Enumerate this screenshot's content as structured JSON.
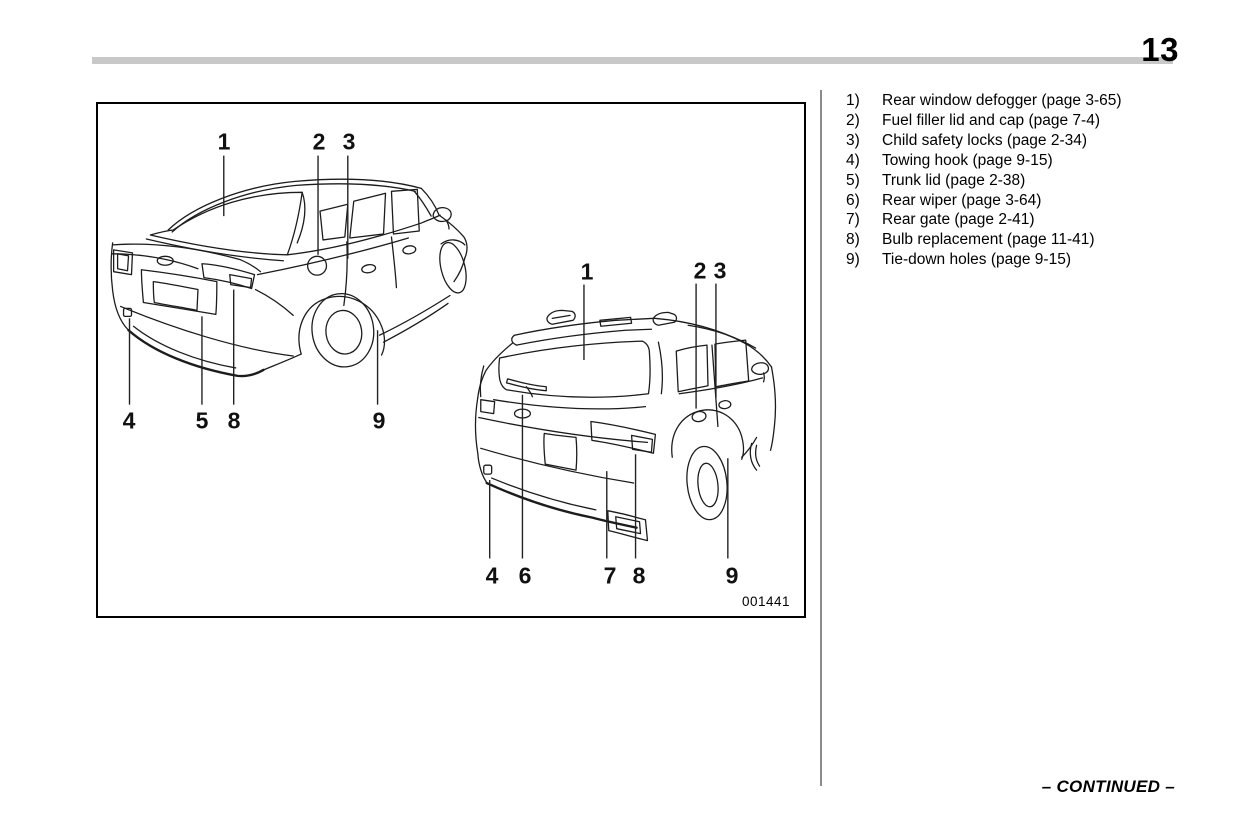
{
  "page": {
    "number": "13",
    "continued": "– CONTINUED –"
  },
  "figure": {
    "code": "001441",
    "sedan_callouts": {
      "c1": "1",
      "c2": "2",
      "c3": "3",
      "c4": "4",
      "c5": "5",
      "c8": "8",
      "c9": "9"
    },
    "wagon_callouts": {
      "c1": "1",
      "c2": "2",
      "c3": "3",
      "c4": "4",
      "c6": "6",
      "c7": "7",
      "c8": "8",
      "c9": "9"
    }
  },
  "legend": {
    "items": [
      {
        "num": "1)",
        "text": "Rear window defogger (page 3-65)"
      },
      {
        "num": "2)",
        "text": "Fuel filler lid and cap (page 7-4)"
      },
      {
        "num": "3)",
        "text": "Child safety locks (page 2-34)"
      },
      {
        "num": "4)",
        "text": "Towing hook (page 9-15)"
      },
      {
        "num": "5)",
        "text": "Trunk lid (page 2-38)"
      },
      {
        "num": "6)",
        "text": "Rear wiper (page 3-64)"
      },
      {
        "num": "7)",
        "text": "Rear gate (page 2-41)"
      },
      {
        "num": "8)",
        "text": "Bulb replacement (page 11-41)"
      },
      {
        "num": "9)",
        "text": "Tie-down holes (page 9-15)"
      }
    ]
  }
}
